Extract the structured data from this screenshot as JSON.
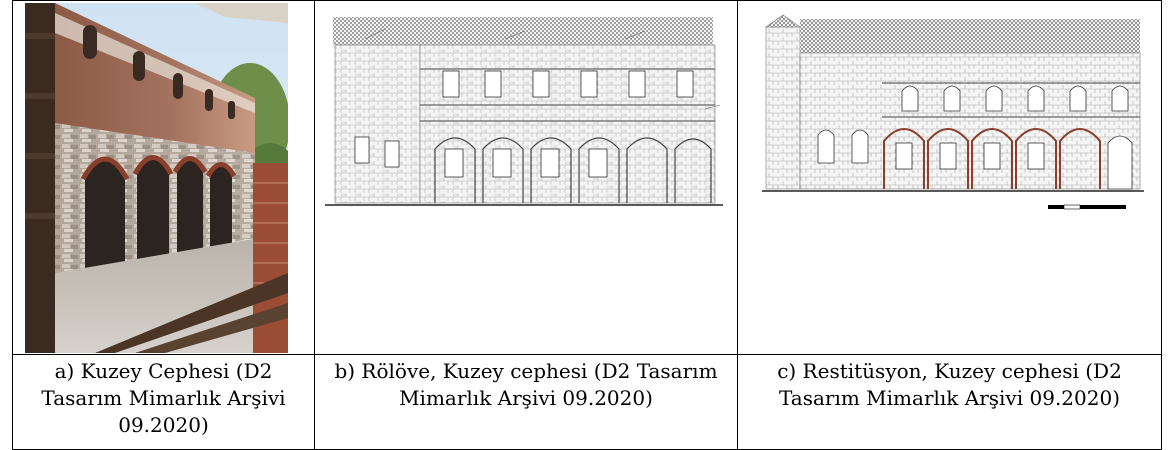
{
  "figures": [
    {
      "caption": "a) Kuzey Cephesi (D2 Tasarım Mimarlık Arşivi 09.2020)"
    },
    {
      "caption": "b) Rölöve, Kuzey cephesi (D2 Tasarım Mimarlık Arşivi 09.2020)"
    },
    {
      "caption": "c) Restitüsyon, Kuzey cephesi (D2 Tasarım Mimarlık Arşivi 09.2020)"
    }
  ]
}
